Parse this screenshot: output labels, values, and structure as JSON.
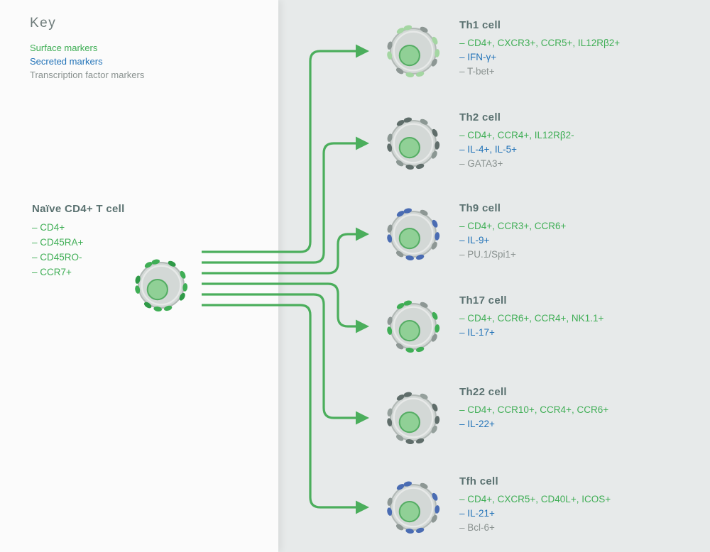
{
  "palette": {
    "surface_green": "#3fae55",
    "secreted_blue": "#2273b8",
    "tf_gray": "#8a9290",
    "heading": "#5a7170",
    "arrow_green": "#4bae5c",
    "left_bg": "#fbfbfb",
    "right_bg": "#e7eaea",
    "cell_body": "#d3d8d6",
    "cell_border": "#b2b9b6",
    "nucleus_fill": "#90d096",
    "nucleus_border": "#55ad64"
  },
  "key": {
    "title": "Key",
    "items": [
      {
        "label": "Surface markers",
        "type": "surface"
      },
      {
        "label": "Secreted markers",
        "type": "secreted"
      },
      {
        "label": "Transcription factor markers",
        "type": "tf"
      }
    ]
  },
  "naive": {
    "id": "naive",
    "title": "Naïve CD4+ T cell",
    "markers": [
      {
        "text": "– CD4+",
        "type": "surface"
      },
      {
        "text": "– CD45RA+",
        "type": "surface"
      },
      {
        "text": "– CD45RO-",
        "type": "surface"
      },
      {
        "text": "– CCR7+",
        "type": "surface"
      }
    ],
    "membrane_colors": [
      "#3fae55",
      "#2f9a47"
    ]
  },
  "subsets": [
    {
      "id": "th1",
      "title": "Th1 cell",
      "markers": [
        {
          "text": "– CD4+, CXCR3+, CCR5+, IL12Rβ2+",
          "type": "surface"
        },
        {
          "text": "– IFN-γ+",
          "type": "secreted"
        },
        {
          "text": "– T-bet+",
          "type": "tf"
        }
      ],
      "membrane_colors": [
        "#a4d6a2",
        "#8d9794"
      ]
    },
    {
      "id": "th2",
      "title": "Th2 cell",
      "markers": [
        {
          "text": "– CD4+, CCR4+, IL12Rβ2-",
          "type": "surface"
        },
        {
          "text": "– IL-4+, IL-5+",
          "type": "secreted"
        },
        {
          "text": "– GATA3+",
          "type": "tf"
        }
      ],
      "membrane_colors": [
        "#5f6d6a",
        "#8b9793"
      ]
    },
    {
      "id": "th9",
      "title": "Th9 cell",
      "markers": [
        {
          "text": "– CD4+, CCR3+, CCR6+",
          "type": "surface"
        },
        {
          "text": "– IL-9+",
          "type": "secreted"
        },
        {
          "text": "– PU.1/Spi1+",
          "type": "tf"
        }
      ],
      "membrane_colors": [
        "#4a6cb3",
        "#8d9794"
      ]
    },
    {
      "id": "th17",
      "title": "Th17 cell",
      "markers": [
        {
          "text": "– CD4+, CCR6+, CCR4+, NK1.1+",
          "type": "surface"
        },
        {
          "text": "– IL-17+",
          "type": "secreted"
        }
      ],
      "membrane_colors": [
        "#3fae55",
        "#8d9794"
      ]
    },
    {
      "id": "th22",
      "title": "Th22 cell",
      "markers": [
        {
          "text": "– CD4+, CCR10+, CCR4+, CCR6+",
          "type": "surface"
        },
        {
          "text": "– IL-22+",
          "type": "secreted"
        }
      ],
      "membrane_colors": [
        "#5f6d6a",
        "#95a09c"
      ]
    },
    {
      "id": "tfh",
      "title": "Tfh cell",
      "markers": [
        {
          "text": "– CD4+, CXCR5+, CD40L+, ICOS+",
          "type": "surface"
        },
        {
          "text": "– IL-21+",
          "type": "secreted"
        },
        {
          "text": "– Bcl-6+",
          "type": "tf"
        }
      ],
      "membrane_colors": [
        "#4a6cb3",
        "#8d9794"
      ]
    }
  ]
}
